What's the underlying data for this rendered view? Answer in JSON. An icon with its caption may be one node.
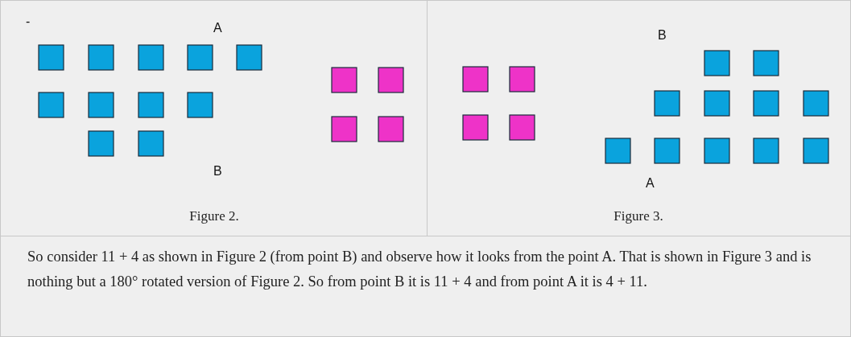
{
  "diagram": {
    "labels": [
      "-",
      "A",
      "B",
      "Figure 2.",
      "B",
      "A",
      "Figure 3.",
      "So consider 11 + 4 as shown in Figure 2 (from point B) and observe how it looks from the point A. That is shown in Figure 3 and is nothing but a 180° rotated version of Figure 2. So from point B it is 11 + 4 and from point A it is 4 + 11."
    ]
  }
}
